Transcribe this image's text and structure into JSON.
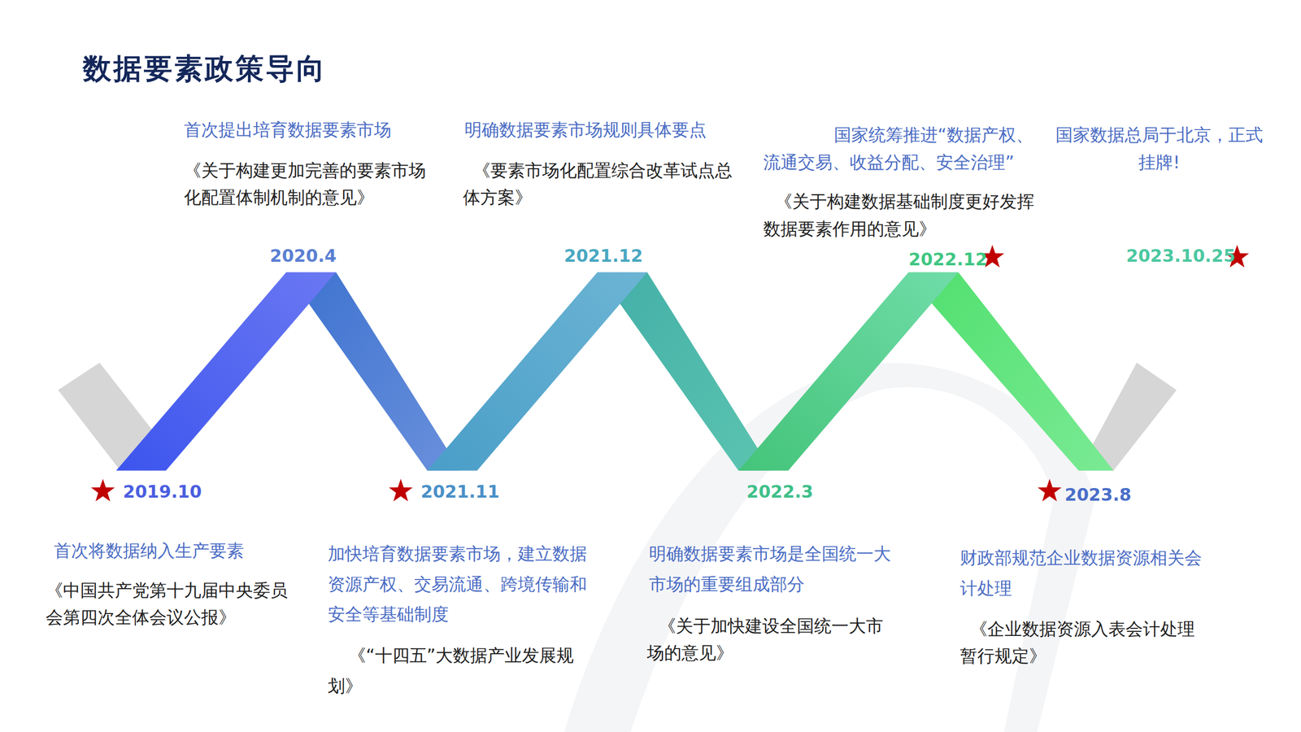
{
  "diagram": {
    "title": "数据要素政策导向",
    "labels": [
      "首次提出培育数据要素市场",
      "《关于构建更加完善的要素市场化配置体制机制的意见》",
      "明确数据要素市场规则具体要点",
      "《要素市场化配置综合改革试点总体方案》",
      "国家统筹推进“数据产权、流通交易、收益分配、安全治理”",
      "《关于构建数据基础制度更好发挥数据要素作用的意见》",
      "国家数据总局于北京，正式挂牌!",
      "2020.4",
      "2021.12",
      "2022.12",
      "2023.10.25",
      "2019.10",
      "2021.11",
      "2022.3",
      "2023.8",
      "首次将数据纳入生产要素",
      "《中国共产党第十九届中央委员会第四次全体会议公报》",
      "加快培育数据要素市场，建立数据资源产权、交易流通、跨境传输和安全等基础制度",
      "《“十四五”大数据产业发展规划》",
      "明确数据要素市场是全国统一大市场的重要组成部分",
      "《关于加快建设全国统一大市场的意见》",
      "财政部规范企业数据资源相关会计处理",
      "《企业数据资源入表会计处理暂行规定》"
    ]
  }
}
